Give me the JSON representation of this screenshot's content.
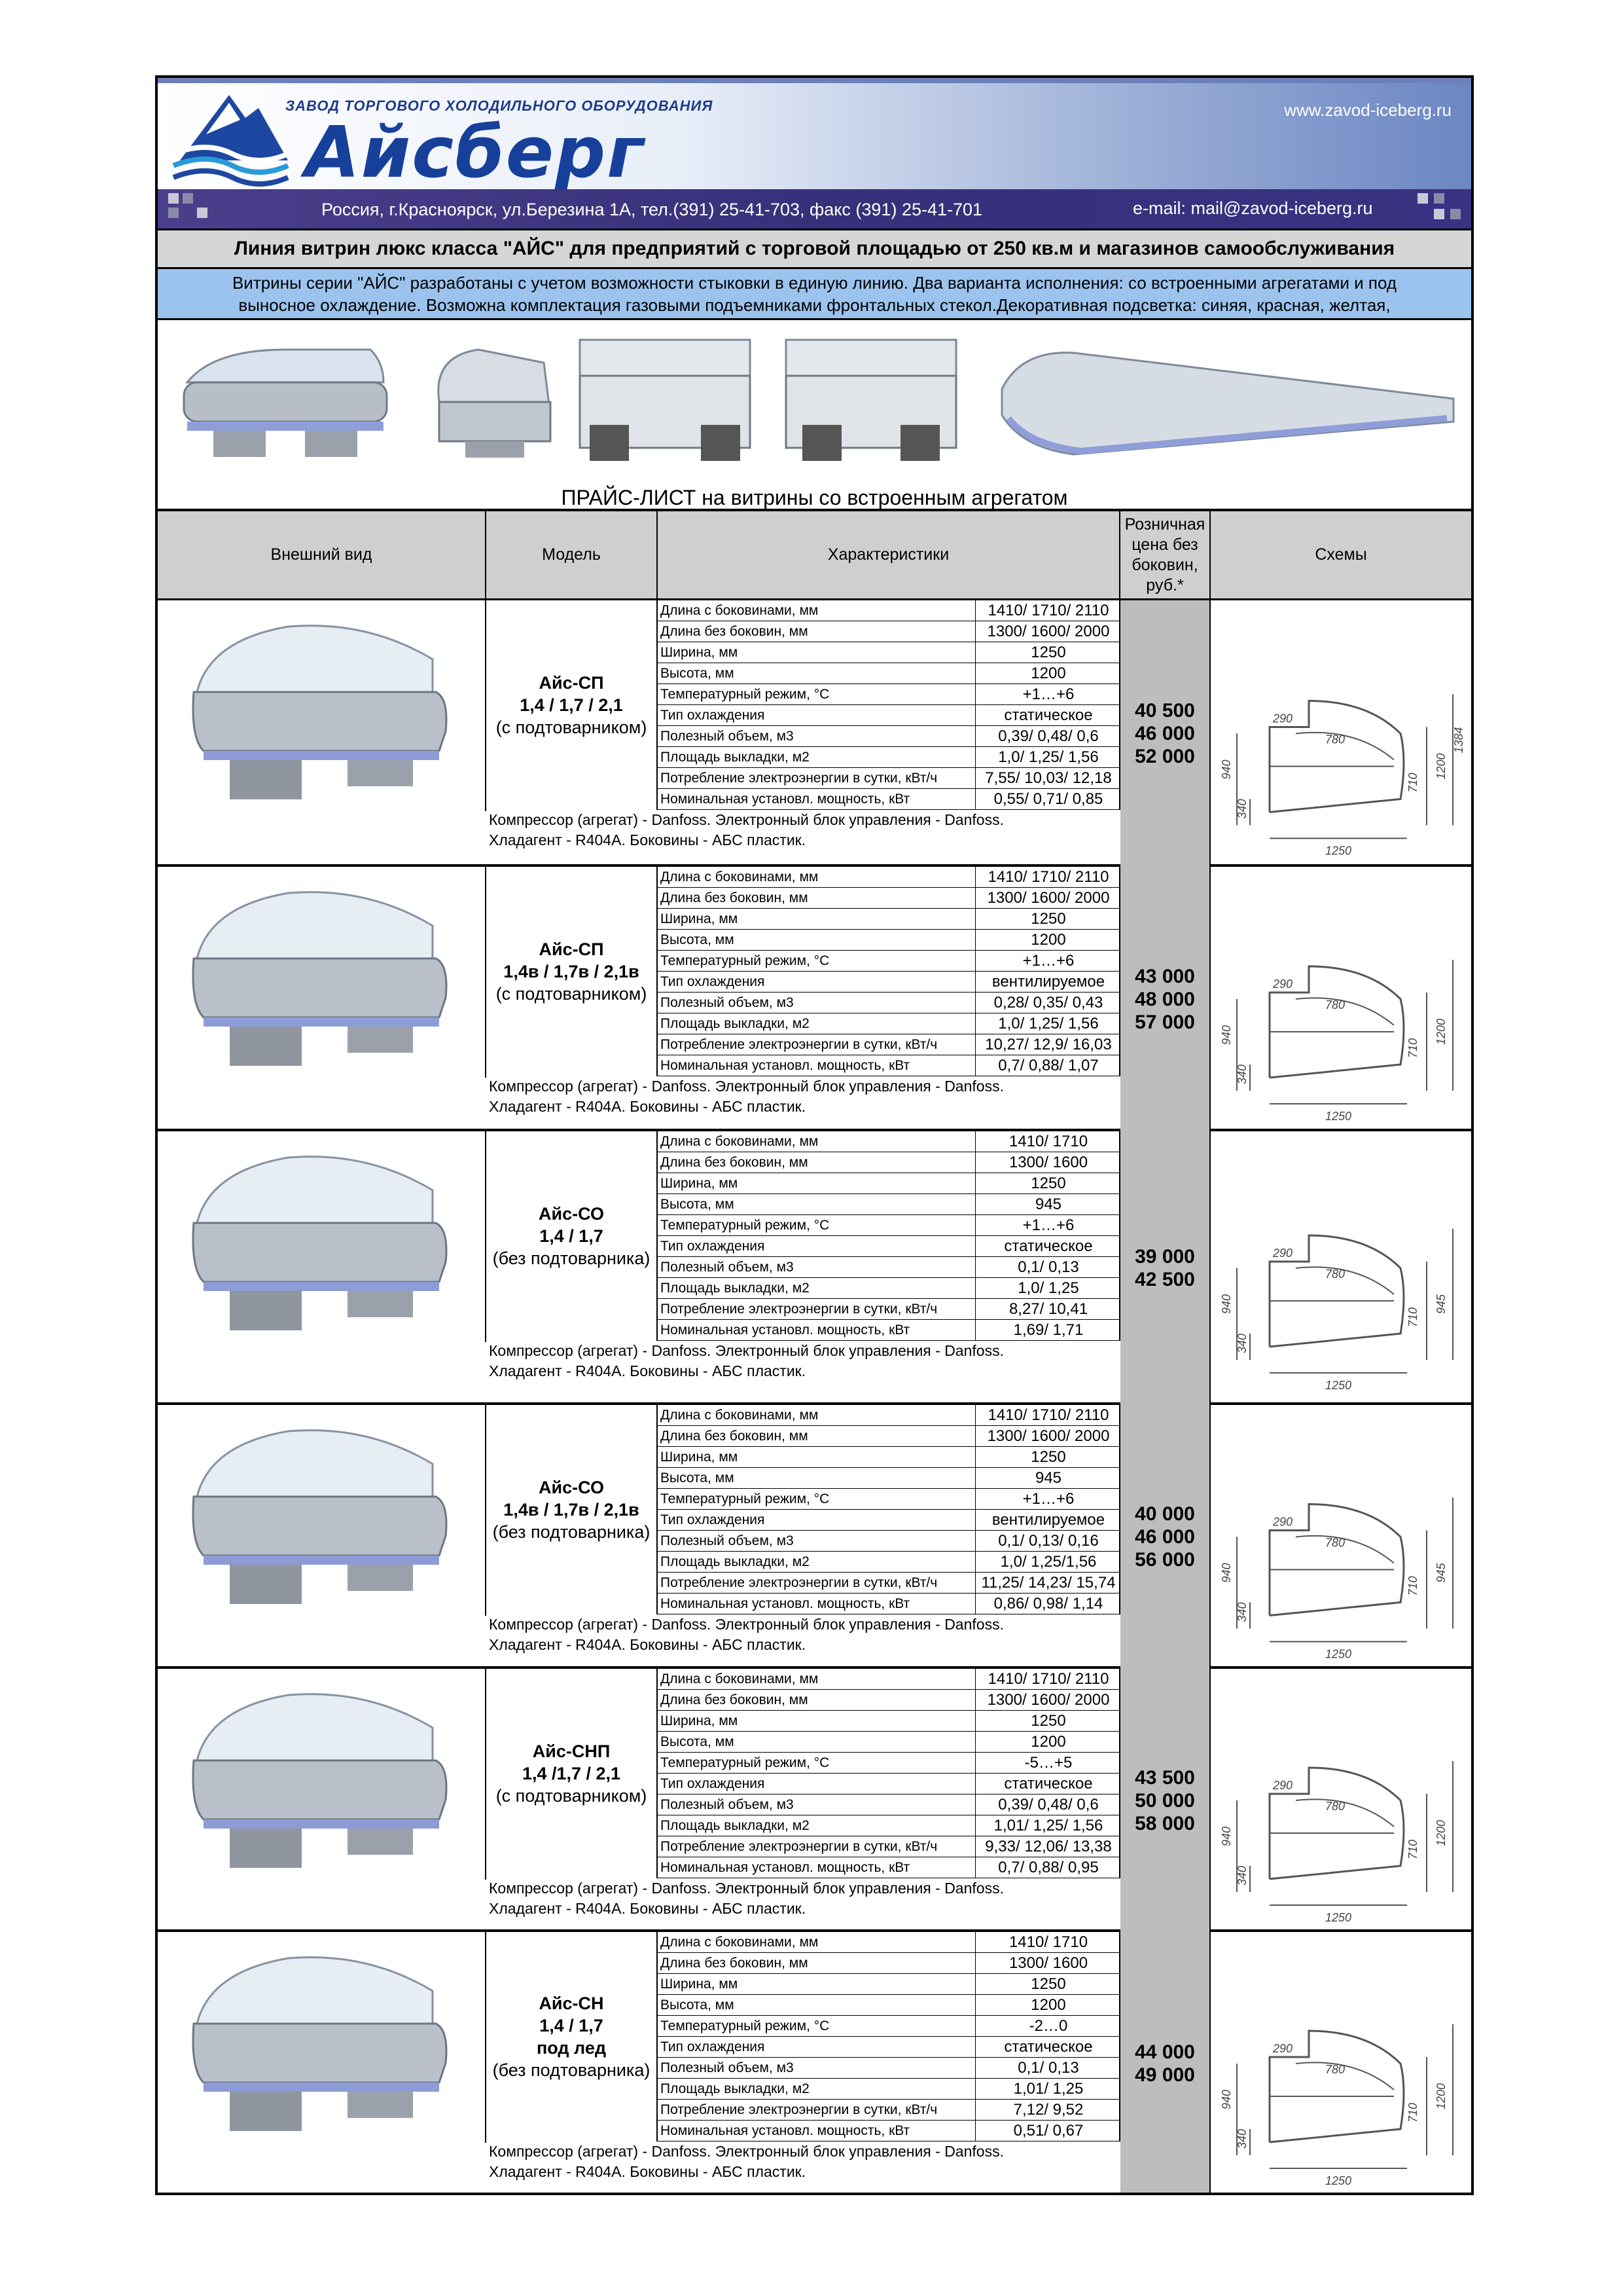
{
  "header": {
    "subtitle": "ЗАВОД ТОРГОВОГО ХОЛОДИЛЬНОГО ОБОРУДОВАНИЯ",
    "brand": "Айсберг",
    "website": "www.zavod-iceberg.ru",
    "address": "Россия, г.Красноярск, ул.Березина 1А,  тел.(391) 25-41-703, факс (391) 25-41-701",
    "email": "e-mail: mail@zavod-iceberg.ru",
    "logo_icon": "mountain-waves-icon"
  },
  "heading": "Линия витрин люкс класса \"АЙС\" для предприятий с торговой площадью от 250 кв.м и магазинов самообслуживания",
  "intro": {
    "line1": "Витрины серии \"АЙС\" разработаны с учетом возможности стыковки в единую линию. Два варианта исполнения: со встроенными агрегатами и под",
    "line2": "выносное охлаждение. Возможна комплектация газовыми подъемниками фронтальных стекол.Декоративная подсветка: синяя, красная, желтая,"
  },
  "price_title": "ПРАЙС-ЛИСТ на витрины со встроенным агрегатом",
  "table_header": {
    "appearance": "Внешний вид",
    "model": "Модель",
    "specs": "Характеристики",
    "price": "Розничная цена без боковин, руб.*",
    "schemes": "Схемы"
  },
  "spec_labels": {
    "len_with": "Длина с боковинами, мм",
    "len_without": "Длина без боковин, мм",
    "width": "Ширина, мм",
    "height": "Высота, мм",
    "temp": "Температурный режим, °С",
    "cooling": "Тип охлаждения",
    "volume": "Полезный объем, м3",
    "area": "Площадь выкладки, м2",
    "power_day": "Потребление электроэнергии в сутки, кВт/ч",
    "power_nom": "Номинальная установл. мощность, кВт"
  },
  "note_line1": "Компрессор (агрегат) - Danfoss. Электронный блок управления - Danfoss.",
  "note_line2": "Хладагент - R404A. Боковины - АБС пластик.",
  "scheme_dims": {
    "d290": "290",
    "d780": "780",
    "d940": "940",
    "d340": "340",
    "d710": "710",
    "d1250": "1250"
  },
  "products": [
    {
      "name": "Айс-СП",
      "sizes": "1,4 / 1,7 / 2,1",
      "extra": "",
      "sub": "(с подтоварником)",
      "specs": [
        "1410/ 1710/ 2110",
        "1300/ 1600/ 2000",
        "1250",
        "1200",
        "+1…+6",
        "статическое",
        "0,39/ 0,48/ 0,6",
        "1,0/ 1,25/ 1,56",
        "7,55/ 10,03/ 12,18",
        "0,55/ 0,71/ 0,85"
      ],
      "prices": [
        "40 500",
        "46 000",
        "52 000"
      ],
      "scheme_h1": "1200",
      "scheme_h2": "1384"
    },
    {
      "name": "Айс-СП",
      "sizes": "1,4в / 1,7в / 2,1в",
      "extra": "",
      "sub": "(с подтоварником)",
      "specs": [
        "1410/ 1710/ 2110",
        "1300/ 1600/ 2000",
        "1250",
        "1200",
        "+1…+6",
        "вентилируемое",
        "0,28/ 0,35/ 0,43",
        "1,0/ 1,25/ 1,56",
        "10,27/ 12,9/ 16,03",
        "0,7/ 0,88/ 1,07"
      ],
      "prices": [
        "43 000",
        "48 000",
        "57 000"
      ],
      "scheme_h1": "1200",
      "scheme_h2": ""
    },
    {
      "name": "Айс-СО",
      "sizes": "1,4 / 1,7",
      "extra": "",
      "sub": "(без подтоварника)",
      "specs": [
        "1410/ 1710",
        "1300/ 1600",
        "1250",
        "945",
        "+1…+6",
        "статическое",
        "0,1/ 0,13",
        "1,0/ 1,25",
        "8,27/ 10,41",
        "1,69/ 1,71"
      ],
      "prices": [
        "39 000",
        "42 500"
      ],
      "scheme_h1": "945",
      "scheme_h2": ""
    },
    {
      "name": "Айс-СО",
      "sizes": "1,4в / 1,7в / 2,1в",
      "extra": "",
      "sub": "(без подтоварника)",
      "specs": [
        "1410/ 1710/ 2110",
        "1300/ 1600/ 2000",
        "1250",
        "945",
        "+1…+6",
        "вентилируемое",
        "0,1/ 0,13/ 0,16",
        "1,0/ 1,25/1,56",
        "11,25/ 14,23/ 15,74",
        "0,86/ 0,98/ 1,14"
      ],
      "prices": [
        "40 000",
        "46 000",
        "56 000"
      ],
      "scheme_h1": "945",
      "scheme_h2": ""
    },
    {
      "name": "Айс-СНП",
      "sizes": "1,4 /1,7 / 2,1",
      "extra": "",
      "sub": "(с подтоварником)",
      "specs": [
        "1410/ 1710/ 2110",
        "1300/ 1600/ 2000",
        "1250",
        "1200",
        "-5…+5",
        "статическое",
        "0,39/ 0,48/ 0,6",
        "1,01/ 1,25/ 1,56",
        "9,33/ 12,06/ 13,38",
        "0,7/ 0,88/ 0,95"
      ],
      "prices": [
        "43 500",
        "50 000",
        "58 000"
      ],
      "scheme_h1": "1200",
      "scheme_h2": ""
    },
    {
      "name": "Айс-СН",
      "sizes": "1,4 / 1,7",
      "extra": "под лед",
      "sub": "(без подтоварника)",
      "specs": [
        "1410/ 1710",
        "1300/ 1600",
        "1250",
        "1200",
        "-2…0",
        "статическое",
        "0,1/ 0,13",
        "1,01/ 1,25",
        "7,12/ 9,52",
        "0,51/ 0,67"
      ],
      "prices": [
        "44 000",
        "49 000"
      ],
      "scheme_h1": "1200",
      "scheme_h2": ""
    }
  ]
}
